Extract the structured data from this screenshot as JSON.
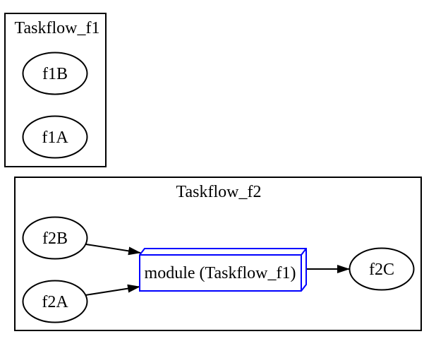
{
  "diagram": {
    "background": "#ffffff",
    "clusters": [
      {
        "id": "cluster_f1",
        "label": "Taskflow_f1"
      },
      {
        "id": "cluster_f2",
        "label": "Taskflow_f2"
      }
    ],
    "nodes": [
      {
        "id": "f1B",
        "label": "f1B",
        "shape": "ellipse",
        "border_color": "#000000"
      },
      {
        "id": "f1A",
        "label": "f1A",
        "shape": "ellipse",
        "border_color": "#000000"
      },
      {
        "id": "f2B",
        "label": "f2B",
        "shape": "ellipse",
        "border_color": "#000000"
      },
      {
        "id": "f2A",
        "label": "f2A",
        "shape": "ellipse",
        "border_color": "#000000"
      },
      {
        "id": "module",
        "label": "module (Taskflow_f1)",
        "shape": "box3d",
        "border_color": "#0000ff"
      },
      {
        "id": "f2C",
        "label": "f2C",
        "shape": "ellipse",
        "border_color": "#000000"
      }
    ],
    "edges": [
      {
        "from": "f2B",
        "to": "module"
      },
      {
        "from": "f2A",
        "to": "module"
      },
      {
        "from": "module",
        "to": "f2C"
      }
    ],
    "colors": {
      "edge": "#000000",
      "text": "#000000",
      "node_border": "#000000",
      "module_accent": "#0000ff"
    }
  }
}
